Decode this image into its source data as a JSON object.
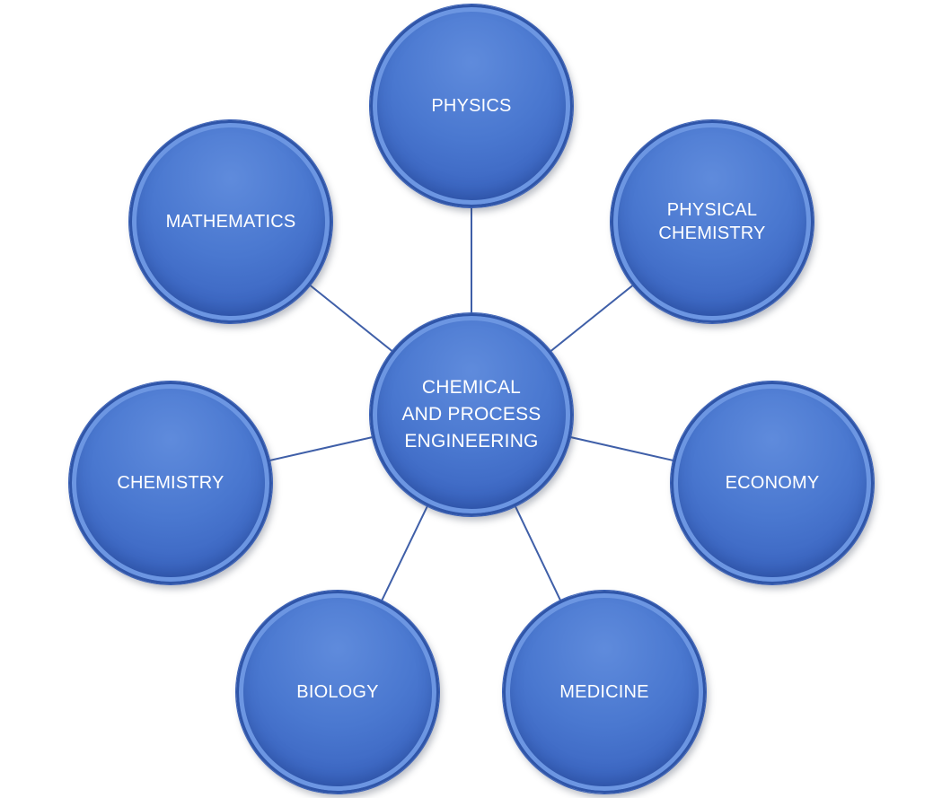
{
  "diagram": {
    "hub": {
      "id": "center",
      "label": "CHEMICAL\nAND PROCESS\nENGINEERING"
    },
    "satellites": [
      {
        "id": "physics",
        "label": "PHYSICS"
      },
      {
        "id": "physical-chemistry",
        "label": "PHYSICAL\nCHEMISTRY"
      },
      {
        "id": "economy",
        "label": "ECONOMY"
      },
      {
        "id": "medicine",
        "label": "MEDICINE"
      },
      {
        "id": "biology",
        "label": "BIOLOGY"
      },
      {
        "id": "chemistry",
        "label": "CHEMISTRY"
      },
      {
        "id": "mathematics",
        "label": "MATHEMATICS"
      }
    ],
    "colors": {
      "node_fill": "#4a78d0",
      "node_border": "#2f55a8",
      "connector": "#3f5fa8",
      "label_text": "#ffffff"
    }
  }
}
